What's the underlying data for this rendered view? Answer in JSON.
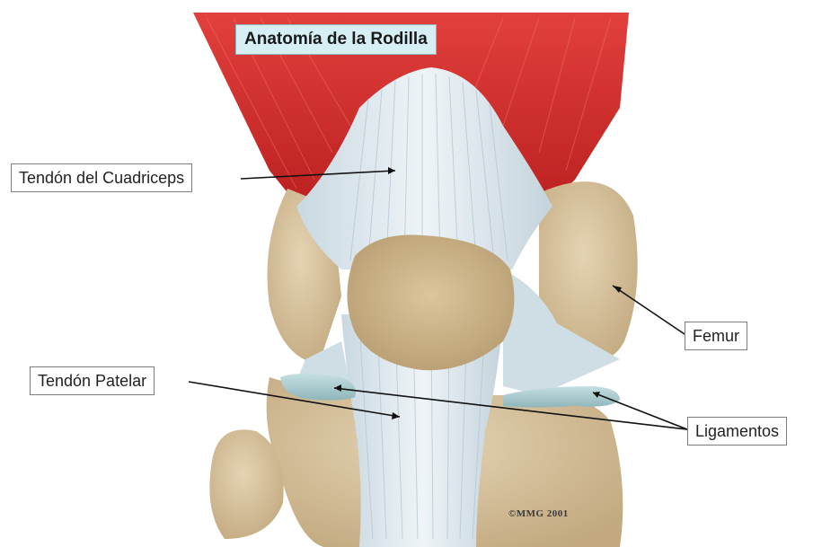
{
  "title": "Anatomía de la Rodilla",
  "labels": {
    "quadriceps_tendon": "Tendón del Cuadriceps",
    "femur": "Femur",
    "patellar_tendon": "Tendón Patelar",
    "ligaments": "Ligamentos"
  },
  "copyright": "©MMG 2001",
  "colors": {
    "muscle": "#d42a2a",
    "tendon": "#dfe9ef",
    "bone": "#d8c4a0",
    "ligament": "#a9ccd0",
    "title_bg": "#d6eff5"
  }
}
